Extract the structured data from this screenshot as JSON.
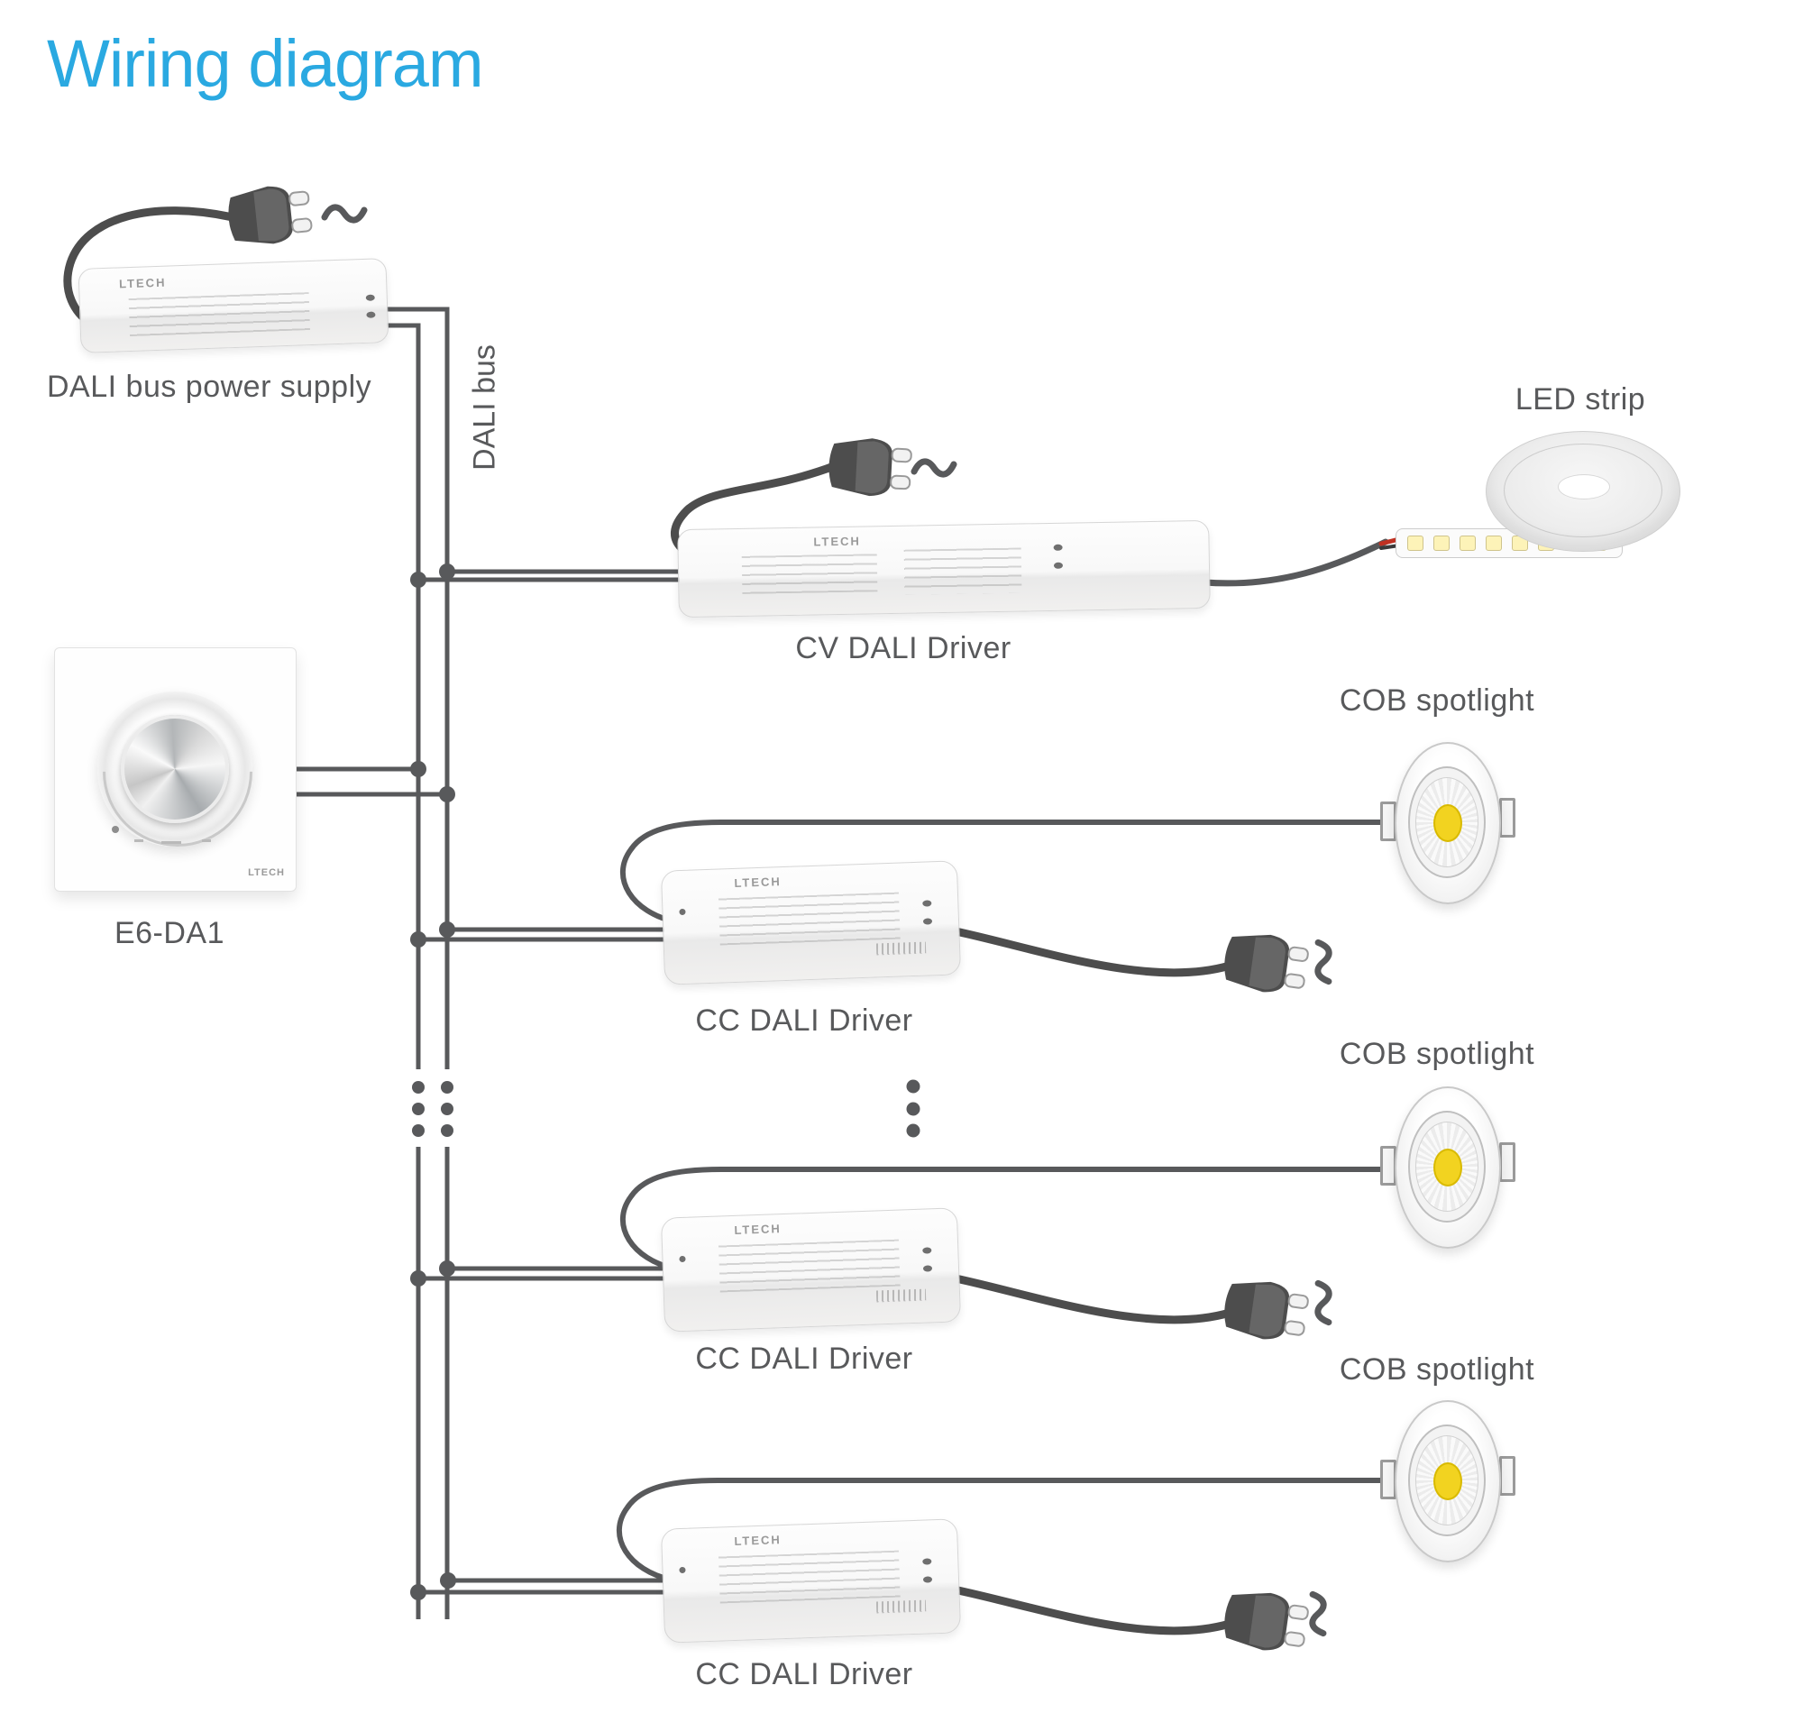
{
  "title": "Wiring diagram",
  "colors": {
    "accent_blue": "#2AA9E1",
    "wire_gray": "#58595B",
    "cob_yellow": "#F2D320"
  },
  "ac_symbol": "~",
  "dali_bus": {
    "label": "DALI bus"
  },
  "power_supply": {
    "label": "DALI bus power supply",
    "brand": "LTECH"
  },
  "dimmer_panel": {
    "model": "E6-DA1",
    "brand": "LTECH"
  },
  "cv_driver": {
    "label": "CV DALI Driver",
    "brand": "LTECH"
  },
  "led_strip": {
    "label": "LED strip"
  },
  "cc_drivers": [
    {
      "label": "CC DALI Driver",
      "brand": "LTECH"
    },
    {
      "label": "CC DALI Driver",
      "brand": "LTECH"
    },
    {
      "label": "CC DALI Driver",
      "brand": "LTECH"
    }
  ],
  "cob_spotlights": [
    {
      "label": "COB spotlight"
    },
    {
      "label": "COB spotlight"
    },
    {
      "label": "COB spotlight"
    }
  ]
}
